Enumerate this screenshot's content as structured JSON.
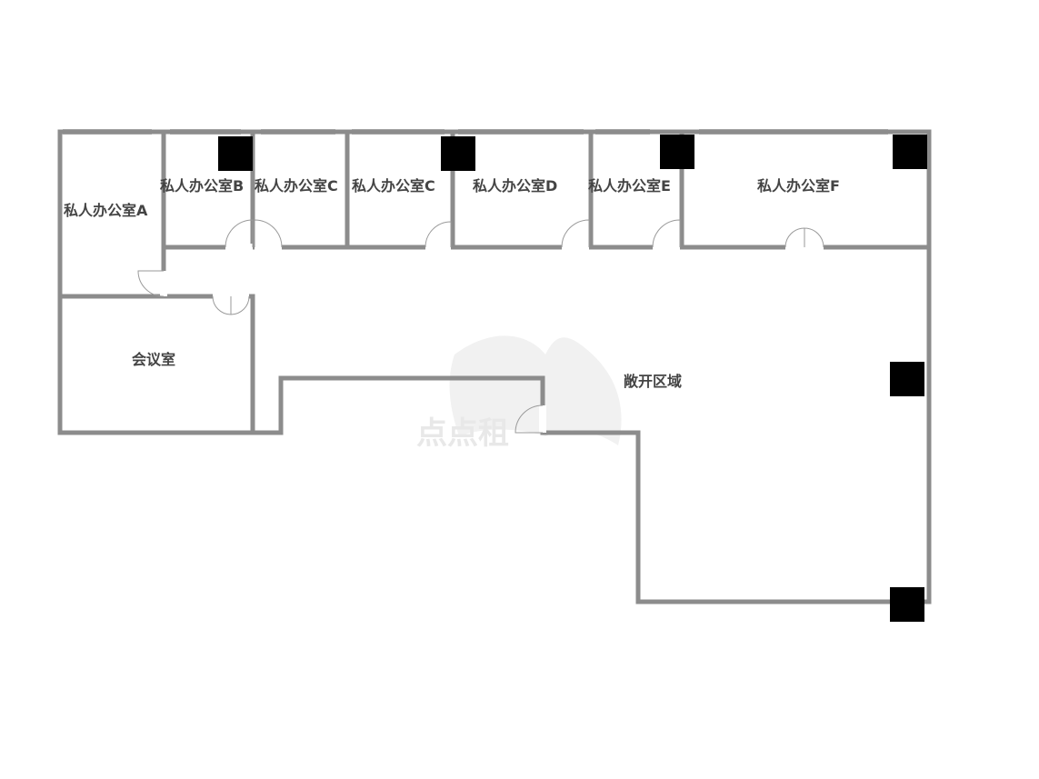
{
  "rooms": {
    "room_a": "私人办公室A",
    "room_b": "私人办公室B",
    "room_c1": "私人办公室C",
    "room_c2": "私人办公室C",
    "room_d": "私人办公室D",
    "room_e": "私人办公室E",
    "room_f": "私人办公室F",
    "meeting": "会议室",
    "open_area": "敞开区域"
  },
  "watermark": {
    "text": "点点租"
  },
  "colors": {
    "wall": "#8c8c8c",
    "pillar": "#000000",
    "label": "#444444"
  }
}
